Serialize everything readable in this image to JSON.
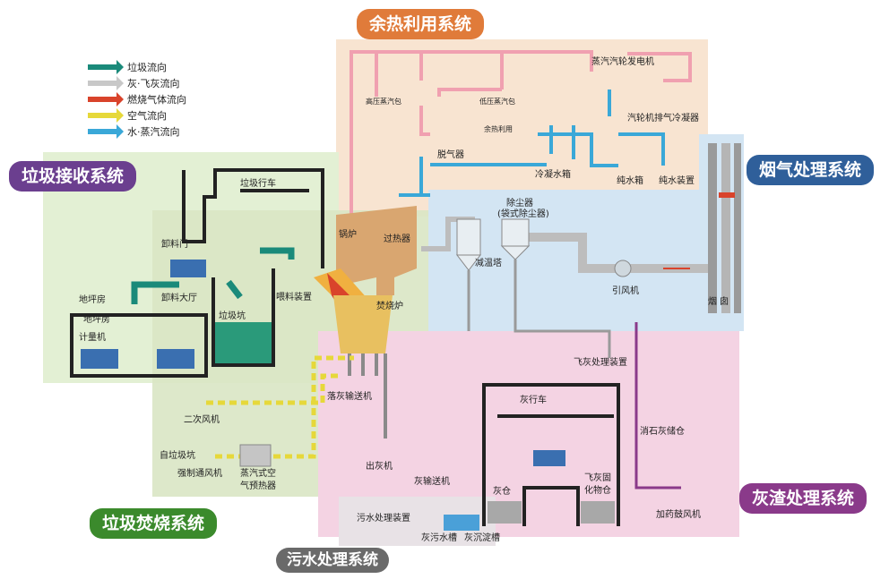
{
  "legend": {
    "items": [
      {
        "label": "垃圾流向",
        "color": "#1a8a7a"
      },
      {
        "label": "灰·飞灰流向",
        "color": "#c8c8c8"
      },
      {
        "label": "燃烧气体流向",
        "color": "#d9432b"
      },
      {
        "label": "空气流向",
        "color": "#e6d83a"
      },
      {
        "label": "水·蒸汽流向",
        "color": "#3aa8d8"
      }
    ]
  },
  "zones": {
    "waste_heat": {
      "label": "余热利用系统",
      "color": "#e07b3a"
    },
    "receiving": {
      "label": "垃圾接收系统",
      "color": "#6b3f8f"
    },
    "flue_gas": {
      "label": "烟气处理系统",
      "color": "#2f5f9a"
    },
    "incineration": {
      "label": "垃圾焚烧系统",
      "color": "#3b8a2c"
    },
    "ash": {
      "label": "灰渣处理系统",
      "color": "#8a3a8a"
    },
    "sewage": {
      "label": "污水处理系统",
      "color": "#6a6a6a"
    }
  },
  "labels": {
    "turbine": "蒸汽汽轮发电机",
    "hp_drum": "高压蒸汽包",
    "lp_drum": "低压蒸汽包",
    "waste_use": "余热利用",
    "condenser": "汽轮机排气冷凝器",
    "deaerator": "脱气器",
    "cond_tank": "冷凝水箱",
    "pure_tank": "纯水箱",
    "pure_device": "纯水装置",
    "crane": "垃圾行车",
    "unload_door": "卸料门",
    "unload_hall": "卸料大厅",
    "scale_house_a": "地坪房",
    "scale_house_b": "地坪房",
    "weigher": "计量机",
    "pit": "垃圾坑",
    "feeder": "喂料装置",
    "boiler": "锅炉",
    "superheater": "过热器",
    "furnace": "焚烧炉",
    "dust_collector": "除尘器",
    "dust_type": "(袋式除尘器)",
    "cooling_tower": "减温塔",
    "fan": "引风机",
    "chimney": "烟 囱",
    "secondary_fan": "二次风机",
    "from_pit": "自垃圾坑",
    "forced_fan": "强制通风机",
    "preheater_a": "蒸汽式空",
    "preheater_b": "气预热器",
    "slag_conveyor": "落灰输送机",
    "fly_ash_device": "飞灰处理装置",
    "ash_crane": "灰行车",
    "ash_out": "出灰机",
    "ash_conveyor": "灰输送机",
    "ash_bin": "灰仓",
    "fly_ash_bin_a": "飞灰固",
    "fly_ash_bin_b": "化物仓",
    "lime_silo": "消石灰储仓",
    "dosing_fan": "加药鼓风机",
    "sewage_device": "污水处理装置",
    "ash_water_tank": "灰污水槽",
    "ash_settle_tank": "灰沉淀槽"
  }
}
